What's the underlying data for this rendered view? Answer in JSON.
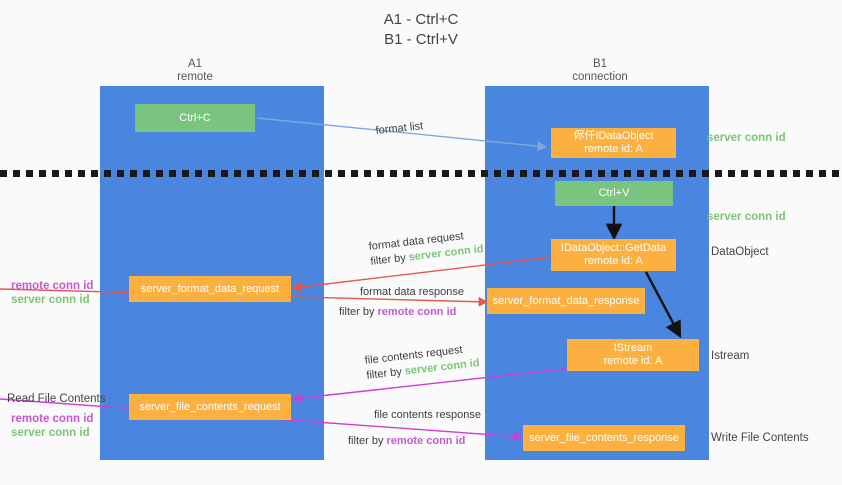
{
  "title": {
    "line1": "A1 - Ctrl+C",
    "line2": "B1 - Ctrl+V"
  },
  "columns": [
    {
      "name": "A1",
      "sub": "remote"
    },
    {
      "name": "B1",
      "sub": "connection"
    }
  ],
  "boxes": {
    "ctrl_c": "Ctrl+C",
    "ctrl_v": "Ctrl+V",
    "idataobject_top_line1": "侭仟IDataObject",
    "idataobject_top_line2": "remote id: A",
    "getdata_line1": "IDataObject::GetData",
    "getdata_line2": "remote id: A",
    "istream_line1": "IStream",
    "istream_line2": "remote id: A",
    "server_format_data_request": "server_format_data_request",
    "server_format_data_response": "server_format_data_response",
    "server_file_contents_request": "server_file_contents_request",
    "server_file_contents_response": "server_file_contents_response"
  },
  "right_labels": {
    "server_conn_id_1": "server conn id",
    "server_conn_id_2": "server conn id",
    "dataobject": "DataObject",
    "istream": "Istream",
    "write_file_contents": "Write File Contents"
  },
  "left_labels": {
    "remote_conn_id_1": "remote conn id",
    "server_conn_id_1": "server conn id",
    "read_file_contents": "Read File Contents",
    "remote_conn_id_2": "remote conn id",
    "server_conn_id_2": "server conn id"
  },
  "arrow_labels": {
    "format_list": "format list",
    "format_data_request": "format data request",
    "format_data_request_filter_prefix": "filter by ",
    "format_data_request_filter_value": "server conn id",
    "format_data_response": "format data response",
    "format_data_response_filter_prefix": "filter by ",
    "format_data_response_filter_value": "remote conn id",
    "file_contents_request": "file contents request",
    "file_contents_request_filter_prefix": "filter by ",
    "file_contents_request_filter_value": "server conn id",
    "file_contents_response": "file contents response",
    "file_contents_response_filter_prefix": "filter by ",
    "file_contents_response_filter_value": "remote conn id"
  },
  "colors": {
    "lane": "#4a86e0",
    "orange": "#fbb040",
    "green_box": "#7ac47f",
    "green_text": "#7cc576",
    "purple_text": "#c45bd0",
    "red_arrow": "#e8564b",
    "magenta_arrow": "#cc3fd0",
    "blue_arrow": "#7fa8dc",
    "divider": "#1a1a1a"
  }
}
